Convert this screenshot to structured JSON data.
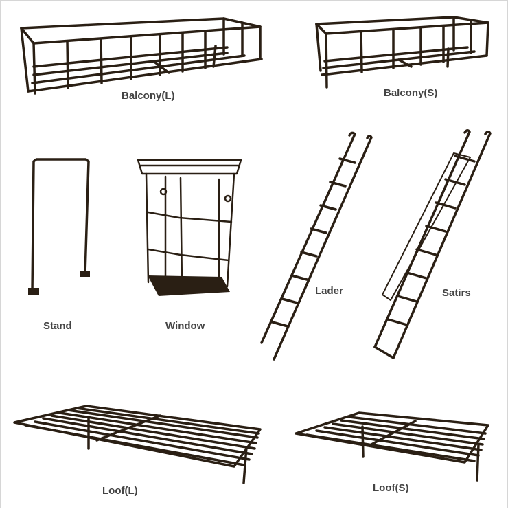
{
  "colors": {
    "background": "#ffffff",
    "metal": "#2a1f14",
    "label": "#444444"
  },
  "items": [
    {
      "label": "Balcony(L)"
    },
    {
      "label": "Balcony(S)"
    },
    {
      "label": "Stand"
    },
    {
      "label": "Window"
    },
    {
      "label": "Lader"
    },
    {
      "label": "Satirs"
    },
    {
      "label": "Loof(L)"
    },
    {
      "label": "Loof(S)"
    }
  ]
}
